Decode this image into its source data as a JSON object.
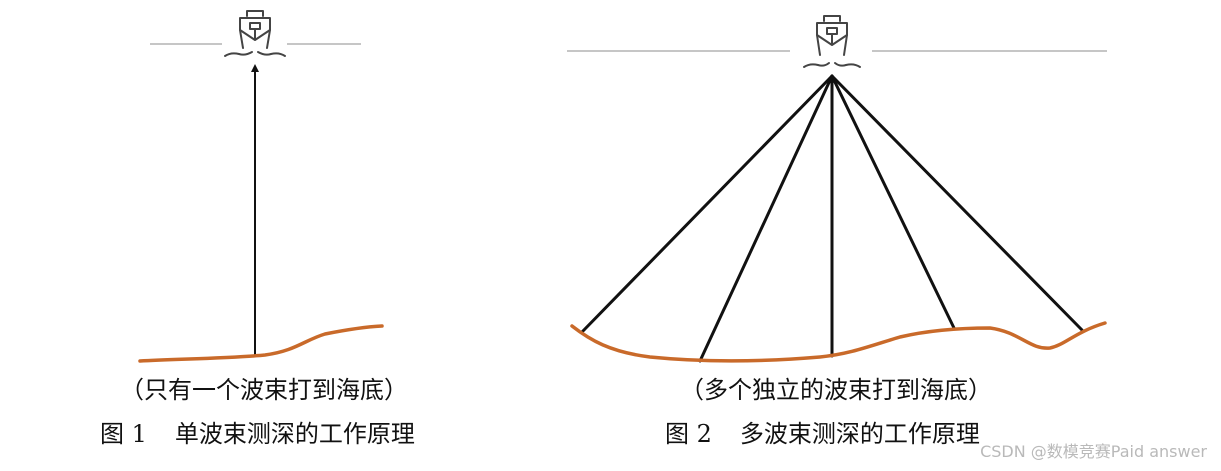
{
  "figures": [
    {
      "subcaption": "（只有一个波束打到海底）",
      "number_label": "图 1",
      "title": "单波束测深的工作原理",
      "beam_count": 1
    },
    {
      "subcaption": "（多个独立的波束打到海底）",
      "number_label": "图 2",
      "title": "多波束测深的工作原理",
      "beam_count": 5
    }
  ],
  "watermark": "CSDN @数模竞赛Paid answer",
  "icons": {
    "ship": "ship-icon"
  },
  "colors": {
    "beam": "#111111",
    "seabed": "#c96a2a",
    "sea_surface": "#b3b3b3",
    "ship_stroke": "#444444",
    "text": "#111111",
    "watermark": "#b9b9b9"
  }
}
